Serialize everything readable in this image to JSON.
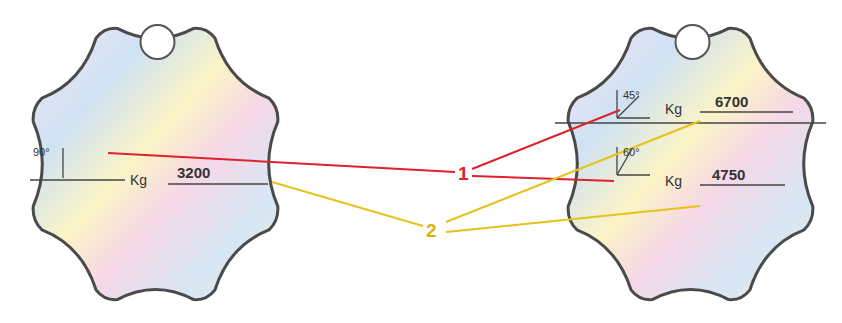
{
  "diagram": {
    "nodes": [
      {
        "text": [
          "90°",
          "Kg",
          "3200"
        ]
      },
      {
        "text": [
          "45°",
          "Kg",
          "6700",
          "60°",
          "Kg",
          "4750"
        ]
      }
    ],
    "labels": [
      "1",
      "2"
    ]
  }
}
